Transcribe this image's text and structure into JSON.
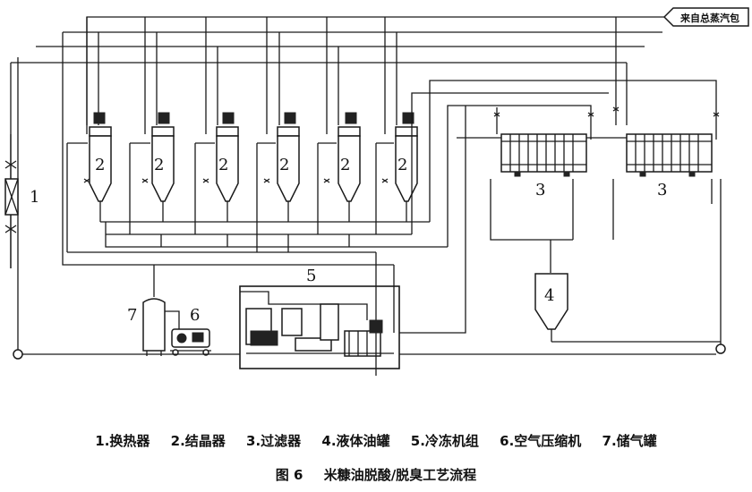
{
  "labels": {
    "heat_exchanger": "1",
    "crystallizer": "2",
    "filter": "3",
    "oil_tank": "4",
    "refrigeration": "5",
    "compressor": "6",
    "gas_tank": "7"
  },
  "source_label": "来自总蒸汽包",
  "legend": [
    "1.换热器",
    "2.结晶器",
    "3.过滤器",
    "4.液体油罐",
    "5.冷冻机组",
    "6.空气压缩机",
    "7.储气罐"
  ],
  "caption": {
    "figure": "图 6",
    "title": "米糠油脱酸/脱臭工艺流程"
  }
}
